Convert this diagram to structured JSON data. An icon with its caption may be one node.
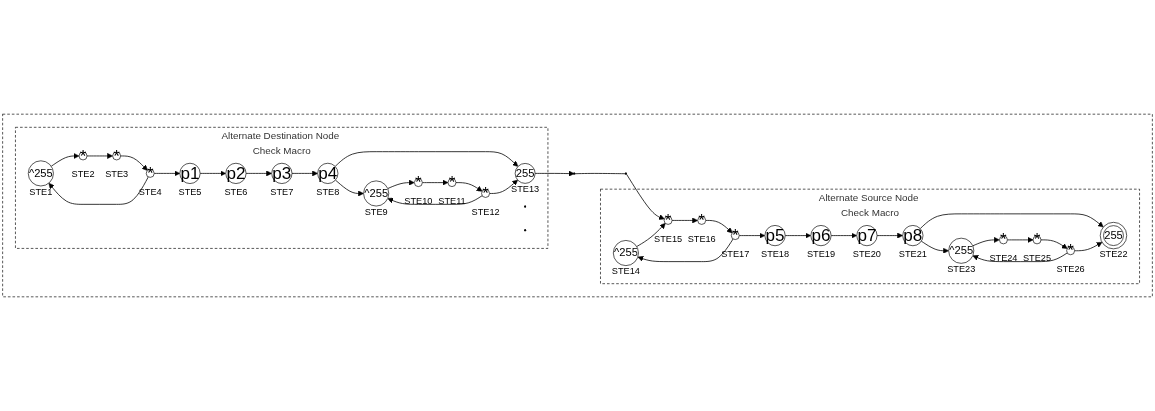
{
  "diagram": {
    "nodes": [
      {
        "text": [],
        "shape": "box"
      },
      {
        "text": [
          "Alternate Destination Node Check Macro"
        ],
        "in": 0
      },
      {
        "text": [],
        "shape": "triangle",
        "in": 1
      },
      {
        "text": [
          "^255"
        ],
        "beside": [
          "STE1"
        ],
        "in": 1
      },
      {
        "text": [
          "*"
        ],
        "beside": [
          "STE2"
        ],
        "in": 1
      },
      {
        "text": [
          "*"
        ],
        "beside": [
          "STE3"
        ],
        "in": 1
      },
      {
        "text": [
          "*"
        ],
        "beside": [
          "STE4"
        ],
        "in": 1
      },
      {
        "text": [],
        "shape": "triangle",
        "in": 1
      },
      {
        "text": [
          "p1"
        ],
        "beside": [
          "STE5"
        ],
        "in": 1
      },
      {
        "text": [
          "p2"
        ],
        "beside": [
          "STE6"
        ],
        "in": 1
      },
      {
        "text": [
          "p3"
        ],
        "beside": [
          "STE7"
        ],
        "in": 1
      },
      {
        "text": [
          "p4"
        ],
        "beside": [
          "STE8"
        ],
        "in": 1
      },
      {
        "text": [
          "255"
        ],
        "beside": [
          "STE13"
        ],
        "in": 1
      },
      {
        "text": [
          "^255"
        ],
        "beside": [
          "STE9"
        ],
        "in": 1
      },
      {
        "text": [
          "*"
        ],
        "beside": [
          "STE10"
        ],
        "in": 1
      },
      {
        "text": [
          "*"
        ],
        "beside": [
          "STE11"
        ],
        "in": 1
      },
      {
        "text": [
          "*"
        ],
        "beside": [
          "STE12"
        ],
        "in": 1
      },
      {
        "text": [],
        "shape": "triangle",
        "in": 0
      },
      {
        "text": [],
        "shape": "triangle",
        "in": 0
      },
      {
        "text": [
          "Alternate Source Node Check Macro"
        ],
        "in": 0
      },
      {
        "text": [
          "^255"
        ],
        "beside": [
          "STE14"
        ],
        "in": 19
      },
      {
        "text": [
          "*"
        ],
        "beside": [
          "STE15"
        ],
        "in": 19
      },
      {
        "text": [
          "*"
        ],
        "beside": [
          "STE16"
        ],
        "in": 19
      },
      {
        "text": [
          "*"
        ],
        "beside": [
          "STE17"
        ],
        "in": 19
      },
      {
        "text": [
          "p5"
        ],
        "beside": [
          "STE18"
        ],
        "in": 19
      },
      {
        "text": [
          "p6"
        ],
        "beside": [
          "STE19"
        ],
        "in": 19
      },
      {
        "text": [
          "p7"
        ],
        "beside": [
          "STE20"
        ],
        "in": 19
      },
      {
        "text": [
          "p8"
        ],
        "beside": [
          "STE21"
        ],
        "in": 19
      },
      {
        "text": [
          "255"
        ],
        "beside": [
          "STE22"
        ],
        "in": 19
      },
      {
        "text": [
          "^255"
        ],
        "beside": [
          "STE23"
        ],
        "in": 19
      },
      {
        "text": [
          "*"
        ],
        "beside": [
          "STE24"
        ],
        "in": 19
      },
      {
        "text": [
          "*"
        ],
        "beside": [
          "STE25"
        ],
        "in": 19
      },
      {
        "text": [
          "*"
        ],
        "beside": [
          "STE26"
        ],
        "in": 19
      }
    ],
    "edges": [
      {
        "from": 3,
        "to": 4,
        "arrow": "to"
      },
      {
        "from": 4,
        "to": 5,
        "arrow": "to"
      },
      {
        "from": 5,
        "to": 6,
        "arrow": "to"
      },
      {
        "from": 6,
        "to": 3,
        "arrow": "to"
      },
      {
        "from": 6,
        "to": 8,
        "arrow": "to"
      },
      {
        "from": 8,
        "to": 9,
        "arrow": "to"
      },
      {
        "from": 9,
        "to": 10,
        "arrow": "to"
      },
      {
        "from": 10,
        "to": 11,
        "arrow": "to"
      },
      {
        "from": 11,
        "to": 12,
        "arrow": "to"
      },
      {
        "from": 11,
        "to": 13,
        "arrow": "to"
      },
      {
        "from": 13,
        "to": 14,
        "arrow": "to"
      },
      {
        "from": 14,
        "to": 15,
        "arrow": "to"
      },
      {
        "from": 15,
        "to": 16,
        "arrow": "to"
      },
      {
        "from": 16,
        "to": 13,
        "arrow": "to"
      },
      {
        "from": 16,
        "to": 12,
        "arrow": "to"
      },
      {
        "from": 12,
        "to": 17,
        "arrow": "to"
      },
      {
        "from": 17,
        "to": 18,
        "arrow": "none"
      },
      {
        "from": 18,
        "to": 21,
        "arrow": "to"
      },
      {
        "from": 21,
        "to": 22,
        "arrow": "to"
      },
      {
        "from": 22,
        "to": 23,
        "arrow": "to"
      },
      {
        "from": 23,
        "to": 20,
        "arrow": "to"
      },
      {
        "from": 20,
        "to": 21,
        "arrow": "to"
      },
      {
        "from": 23,
        "to": 24,
        "arrow": "to"
      },
      {
        "from": 24,
        "to": 25,
        "arrow": "to"
      },
      {
        "from": 25,
        "to": 26,
        "arrow": "to"
      },
      {
        "from": 26,
        "to": 27,
        "arrow": "to"
      },
      {
        "from": 27,
        "to": 28,
        "arrow": "to"
      },
      {
        "from": 27,
        "to": 29,
        "arrow": "to"
      },
      {
        "from": 29,
        "to": 30,
        "arrow": "to"
      },
      {
        "from": 30,
        "to": 31,
        "arrow": "to"
      },
      {
        "from": 31,
        "to": 32,
        "arrow": "to"
      },
      {
        "from": 32,
        "to": 29,
        "arrow": "to"
      },
      {
        "from": 32,
        "to": 28,
        "arrow": "to"
      }
    ]
  }
}
